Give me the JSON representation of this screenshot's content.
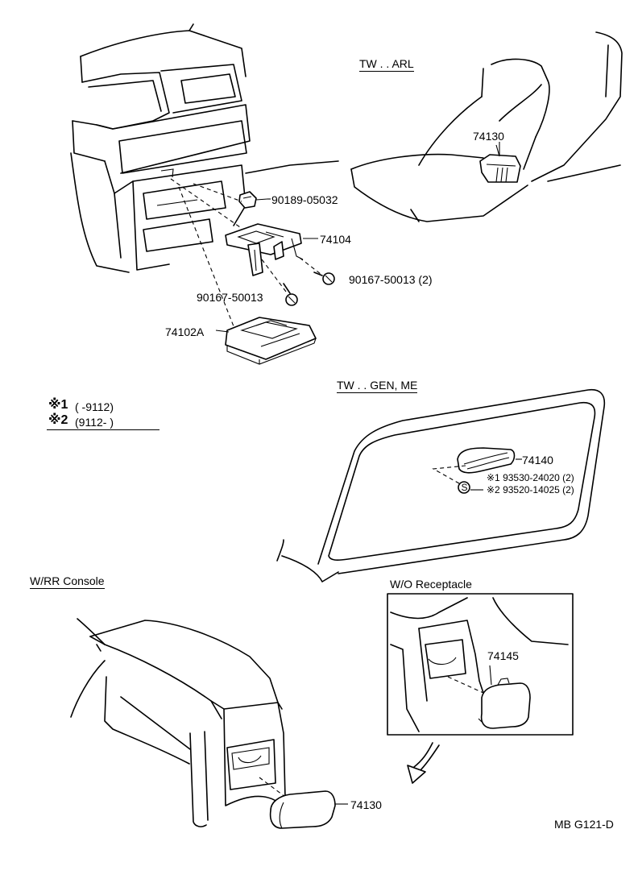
{
  "title": "MB G121-D",
  "sections": {
    "arl": "TW . . ARL",
    "gen_me": "TW . . GEN, ME",
    "rr_console": "W/RR Console",
    "receptacle": "W/O Receptacle"
  },
  "notes": {
    "n1_mark": "※1",
    "n1_range": "(        -9112)",
    "n2_mark": "※2",
    "n2_range": "(9112-        )"
  },
  "parts": {
    "p_90189": "90189-05032",
    "p_74104": "74104",
    "p_90167_r": "90167-50013 (2)",
    "p_90167_l": "90167-50013",
    "p_74102a": "74102A",
    "p_74130_arl": "74130",
    "p_74140": "74140",
    "p_93530": "※1 93530-24020 (2)",
    "p_93520": "※2 93520-14025 (2)",
    "p_74145": "74145",
    "p_74130_console": "74130"
  },
  "symbols": {
    "screw_s": "S"
  },
  "icons": {
    "ashtray": "ashtray-icon",
    "bracket": "bracket-icon",
    "screw": "screw-icon",
    "clip": "clip-icon",
    "arrow": "curved-arrow-icon"
  }
}
